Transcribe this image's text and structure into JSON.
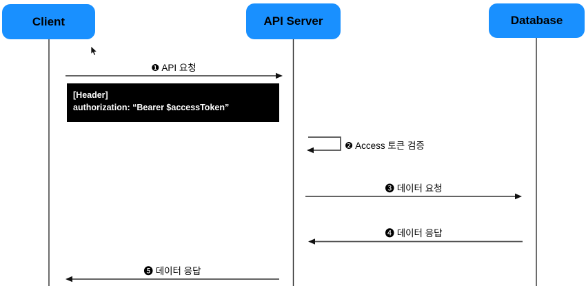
{
  "diagram": {
    "actors": [
      {
        "label": "Client"
      },
      {
        "label": "API Server"
      },
      {
        "label": "Database"
      }
    ],
    "messages": [
      {
        "label": "❶ API 요청",
        "from": "Client",
        "to": "API Server"
      },
      {
        "label": "❷ Access 토큰 검증",
        "from": "API Server",
        "to": "API Server"
      },
      {
        "label": "❸ 데이터 요청",
        "from": "API Server",
        "to": "Database"
      },
      {
        "label": "❹ 데이터 응답",
        "from": "Database",
        "to": "API Server"
      },
      {
        "label": "❺ 데이터 응답",
        "from": "API Server",
        "to": "Client"
      }
    ],
    "note": {
      "line1": "[Header]",
      "line2": "authorization: “Bearer $accessToken”"
    },
    "colors": {
      "actor_fill": "#1990ff",
      "note_bg": "#000000",
      "note_text": "#ffffff",
      "line": "#4d4d4d"
    }
  }
}
